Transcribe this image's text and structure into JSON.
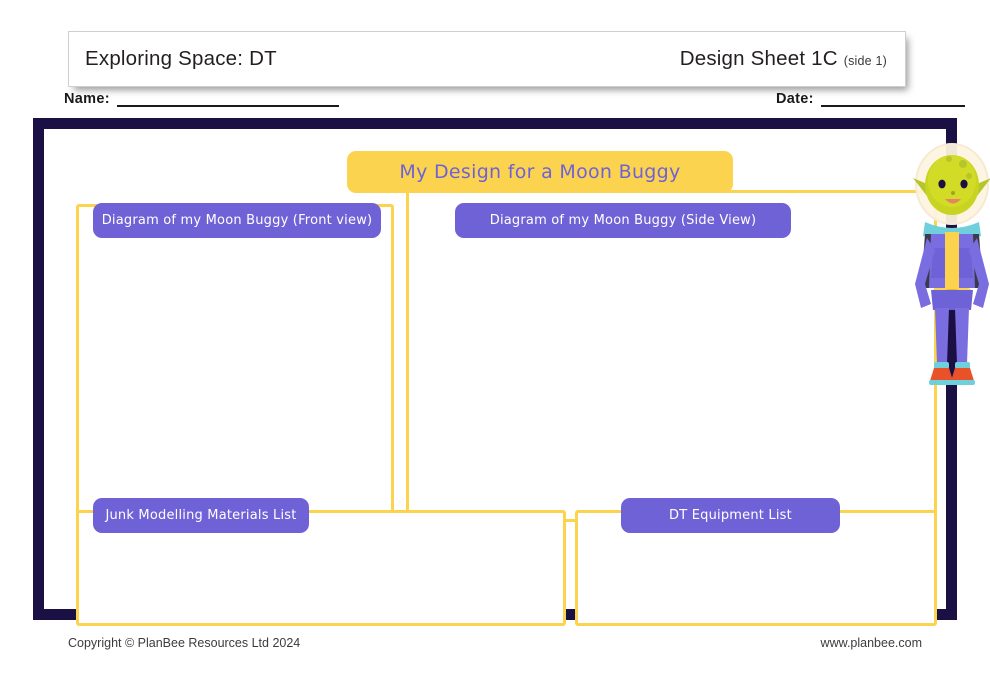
{
  "header": {
    "subject_title": "Exploring Space: DT",
    "sheet_title": "Design Sheet 1C",
    "sheet_side": "(side 1)"
  },
  "fields": {
    "name_label": "Name:",
    "date_label": "Date:",
    "name_value": "",
    "date_value": ""
  },
  "worksheet": {
    "title": "My Design for a Moon Buggy",
    "boxes": [
      {
        "id": "front",
        "label": "Diagram of my Moon Buggy (Front view)",
        "content": ""
      },
      {
        "id": "side",
        "label": "Diagram of my Moon Buggy (Side View)",
        "content": ""
      },
      {
        "id": "junk",
        "label": "Junk Modelling Materials List",
        "content": ""
      },
      {
        "id": "equip",
        "label": "DT Equipment List",
        "content": ""
      }
    ]
  },
  "illustration": {
    "name": "alien-astronaut-icon",
    "description": "Cartoon green alien wearing a space helmet and purple space suit"
  },
  "footer": {
    "copyright": "Copyright © PlanBee Resources Ltd 2024",
    "website": "www.planbee.com"
  },
  "colors": {
    "frame_navy": "#1b1043",
    "accent_yellow": "#fcd34e",
    "accent_purple": "#6f62d6",
    "page_white": "#ffffff",
    "text_dark": "#231f20"
  }
}
